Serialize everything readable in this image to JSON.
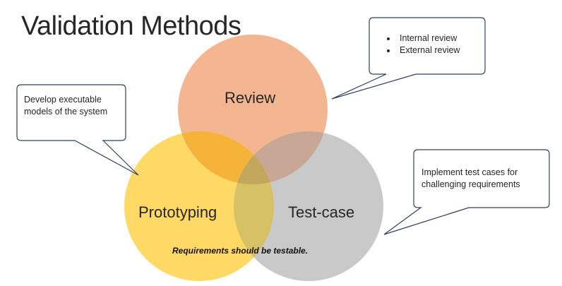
{
  "title": "Validation Methods",
  "circles": {
    "review": {
      "label": "Review",
      "color": "#F4B690"
    },
    "prototyping": {
      "label": "Prototyping",
      "color": "#FFD966"
    },
    "testcase": {
      "label": "Test-case",
      "color": "#C9C9C9"
    }
  },
  "overlap_colors": {
    "review_prototyping": "#F6B33A",
    "review_testcase": "#C8A797",
    "prototyping_testcase": "#D7C167",
    "all": "#C3A75C"
  },
  "callouts": {
    "review": {
      "items": [
        "Internal review",
        "External review"
      ]
    },
    "prototyping": {
      "text": "Develop executable models of the system"
    },
    "testcase": {
      "text": "Implement test cases for challenging requirements"
    }
  },
  "note": "Requirements should be testable.",
  "colors": {
    "callout_border": "#2F3F60",
    "text": "#262626"
  }
}
